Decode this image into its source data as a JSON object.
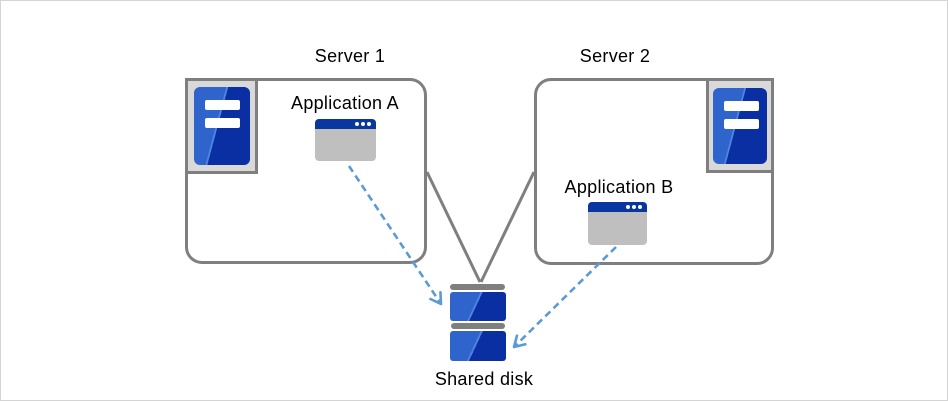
{
  "diagram_type": "architecture-diagram",
  "nodes": {
    "server1": {
      "label": "Server 1",
      "icon": "server-icon"
    },
    "server2": {
      "label": "Server 2",
      "icon": "server-icon"
    },
    "app_a": {
      "label": "Application A",
      "icon": "app-window-icon"
    },
    "app_b": {
      "label": "Application B",
      "icon": "app-window-icon"
    },
    "shared_disk": {
      "label": "Shared disk",
      "icon": "disk-stack-icon"
    }
  },
  "edges": [
    {
      "from": "server1",
      "to": "shared_disk",
      "style": "solid-line"
    },
    {
      "from": "server2",
      "to": "shared_disk",
      "style": "solid-line"
    },
    {
      "from": "app_a",
      "to": "shared_disk",
      "style": "dashed-arrow"
    },
    {
      "from": "app_b",
      "to": "shared_disk",
      "style": "dashed-arrow"
    }
  ],
  "colors": {
    "background": "#ffffff",
    "canvas_border": "#d4d4d4",
    "box_border": "#7f7f7f",
    "panel_gray": "#d9d9d9",
    "icon_body_gray": "#bfbfbf",
    "server_blue_light": "#2e64cc",
    "server_blue_hi": "#4f83e0",
    "server_blue_dark": "#0a2fa2",
    "titlebar_blue": "#0a36a0",
    "connector_gray": "#7f7f7f",
    "arrow_blue": "#5b9bd5",
    "text": "#000000"
  }
}
